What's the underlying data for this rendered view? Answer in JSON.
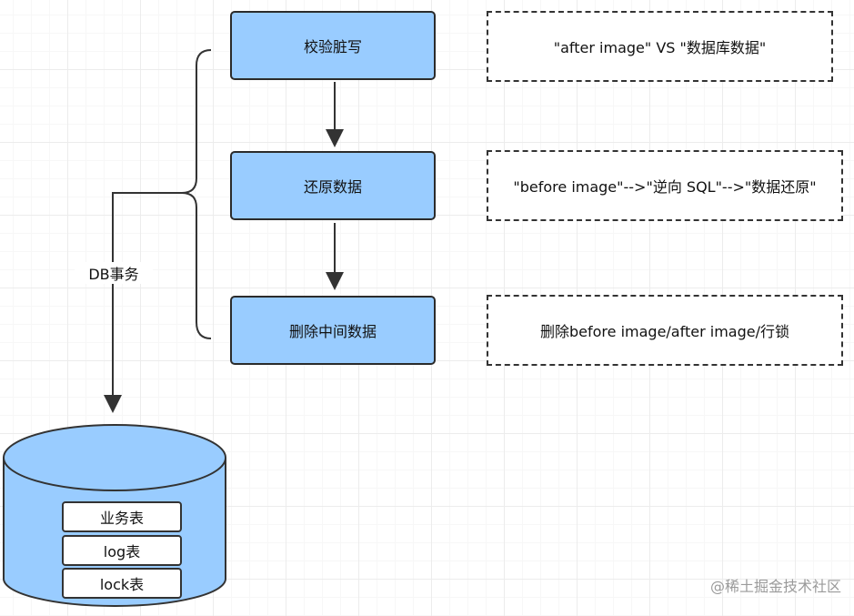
{
  "diagram": {
    "steps": [
      "校验脏写",
      "还原数据",
      "删除中间数据"
    ],
    "notes": [
      "\"after image\" VS \"数据库数据\"",
      "\"before image\"-->\"逆向 SQL\"-->\"数据还原\"",
      "删除before image/after image/行锁"
    ],
    "transaction_label": "DB事务",
    "database": {
      "tables": [
        "业务表",
        "log表",
        "lock表"
      ]
    },
    "colors": {
      "step_fill": "#99ccff",
      "cylinder_fill": "#99ccff",
      "stroke": "#333333"
    }
  },
  "watermark": "@稀土掘金技术社区"
}
